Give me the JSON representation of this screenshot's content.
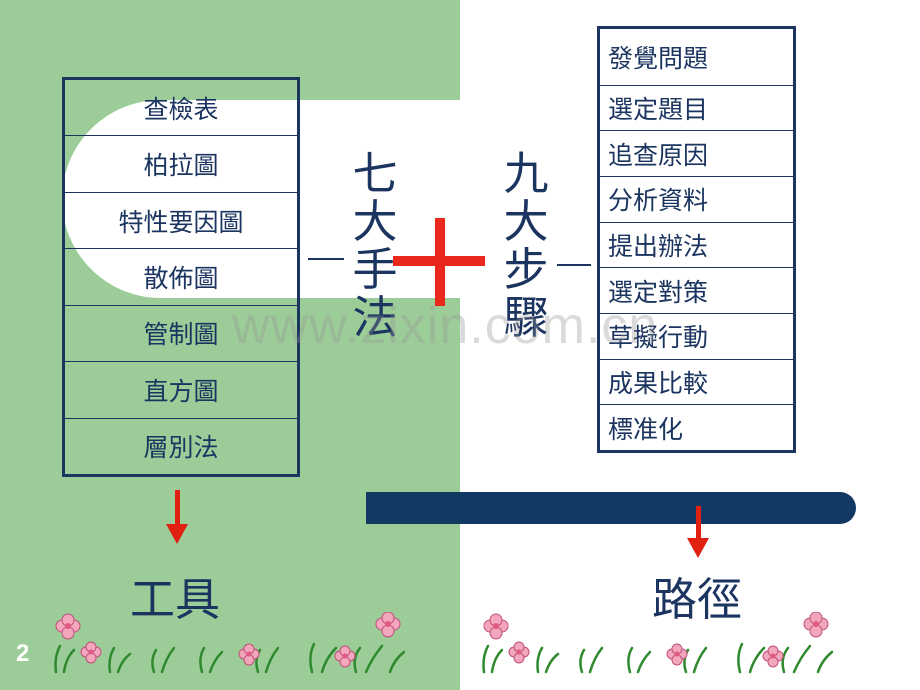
{
  "tools": {
    "items": [
      "查檢表",
      "柏拉圖",
      "特性要因圖",
      "散佈圖",
      "管制圖",
      "直方圖",
      "層別法"
    ]
  },
  "steps": {
    "items": [
      "發覺問題",
      "選定題目",
      "追查原因",
      "分析資料",
      "提出辦法",
      "選定對策",
      "草擬行動",
      "成果比較",
      "標准化"
    ]
  },
  "center": {
    "left_vertical": [
      "七",
      "大",
      "手",
      "法"
    ],
    "right_vertical": [
      "九",
      "大",
      "步",
      "驟"
    ]
  },
  "labels": {
    "tools_label": "工具",
    "path_label": "路徑"
  },
  "page_number": "2",
  "watermark": "www.zixin.com.cn",
  "colors": {
    "green_background": "#9ccc98",
    "navy": "#1b3560",
    "red": "#e8281b"
  }
}
